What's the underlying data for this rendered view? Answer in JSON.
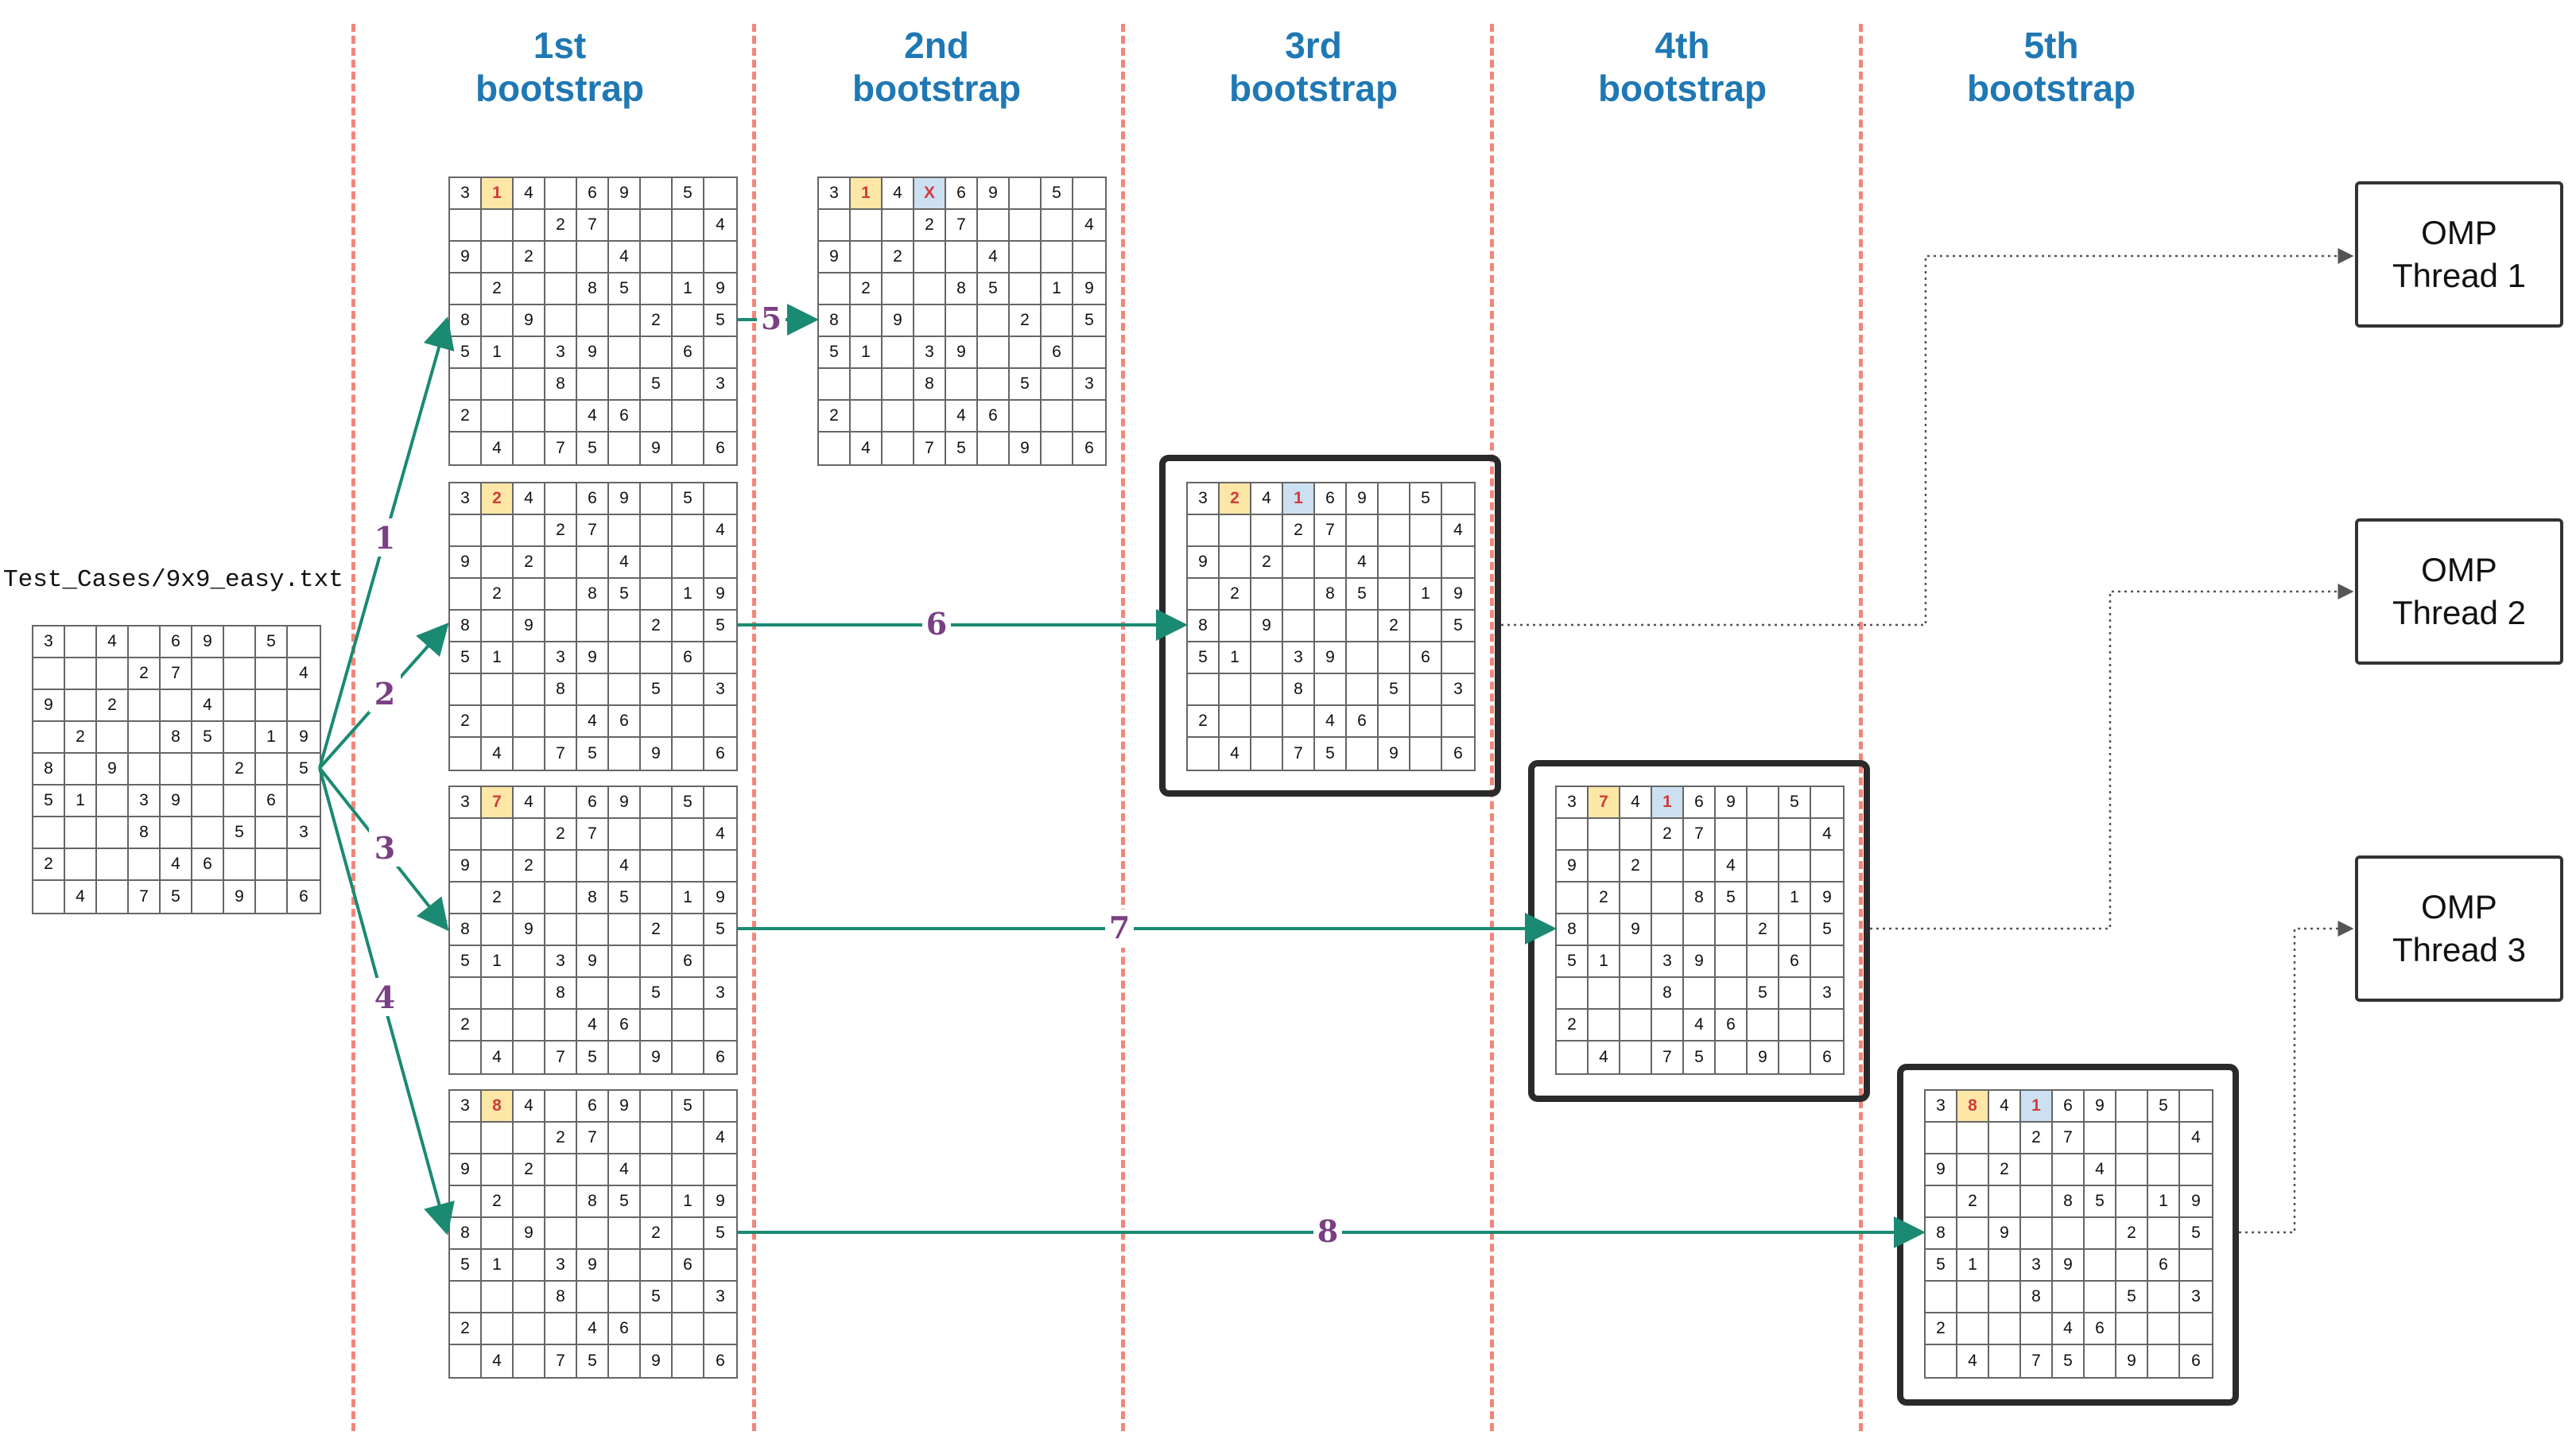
{
  "columns": [
    {
      "label": "1st\nbootstrap"
    },
    {
      "label": "2nd\nbootstrap"
    },
    {
      "label": "3rd\nbootstrap"
    },
    {
      "label": "4th\nbootstrap"
    },
    {
      "label": "5th\nbootstrap"
    }
  ],
  "input_file": "Test_Cases/9x9_easy.txt",
  "threads": [
    {
      "label": "OMP\nThread 1"
    },
    {
      "label": "OMP\nThread 2"
    },
    {
      "label": "OMP\nThread 3"
    }
  ],
  "arrow_labels": [
    "1",
    "2",
    "3",
    "4",
    "5",
    "6",
    "7",
    "8"
  ],
  "base_puzzle": [
    [
      "3",
      "",
      "4",
      "",
      "6",
      "9",
      "",
      "5",
      ""
    ],
    [
      "",
      "",
      "",
      "2",
      "7",
      "",
      "",
      "",
      "4"
    ],
    [
      "9",
      "",
      "2",
      "",
      "",
      "4",
      "",
      "",
      ""
    ],
    [
      "",
      "2",
      "",
      "",
      "8",
      "5",
      "",
      "1",
      "9"
    ],
    [
      "8",
      "",
      "9",
      "",
      "",
      "",
      "2",
      "",
      "5"
    ],
    [
      "5",
      "1",
      "",
      "3",
      "9",
      "",
      "",
      "6",
      ""
    ],
    [
      "",
      "",
      "",
      "8",
      "",
      "",
      "5",
      "",
      "3"
    ],
    [
      "2",
      "",
      "",
      "",
      "4",
      "6",
      "",
      "",
      ""
    ],
    [
      "",
      "4",
      "",
      "7",
      "5",
      "",
      "9",
      "",
      "6"
    ]
  ],
  "grids": [
    {
      "id": "input",
      "edits": []
    },
    {
      "id": "b1-1",
      "edits": [
        {
          "r": 0,
          "c": 1,
          "v": "1",
          "hl": "yellow"
        }
      ]
    },
    {
      "id": "b1-2",
      "edits": [
        {
          "r": 0,
          "c": 1,
          "v": "2",
          "hl": "yellow"
        }
      ]
    },
    {
      "id": "b1-3",
      "edits": [
        {
          "r": 0,
          "c": 1,
          "v": "7",
          "hl": "yellow"
        }
      ]
    },
    {
      "id": "b1-4",
      "edits": [
        {
          "r": 0,
          "c": 1,
          "v": "8",
          "hl": "yellow"
        }
      ]
    },
    {
      "id": "b2-1",
      "edits": [
        {
          "r": 0,
          "c": 1,
          "v": "1",
          "hl": "yellow"
        },
        {
          "r": 0,
          "c": 3,
          "v": "X",
          "hl": "blue"
        }
      ]
    },
    {
      "id": "b3-1",
      "edits": [
        {
          "r": 0,
          "c": 1,
          "v": "2",
          "hl": "yellow"
        },
        {
          "r": 0,
          "c": 3,
          "v": "1",
          "hl": "blue"
        }
      ]
    },
    {
      "id": "b4-1",
      "edits": [
        {
          "r": 0,
          "c": 1,
          "v": "7",
          "hl": "yellow"
        },
        {
          "r": 0,
          "c": 3,
          "v": "1",
          "hl": "blue"
        }
      ]
    },
    {
      "id": "b5-1",
      "edits": [
        {
          "r": 0,
          "c": 1,
          "v": "8",
          "hl": "yellow"
        },
        {
          "r": 0,
          "c": 3,
          "v": "1",
          "hl": "blue"
        }
      ]
    }
  ],
  "colors": {
    "heading": "#1f78b4",
    "arrow": "#1a8a72",
    "arrow_label": "#7a3f84",
    "divider": "#f2867b",
    "highlight_yellow": "#fde7a6",
    "highlight_blue": "#cce0f2",
    "highlight_text": "#d23b3b"
  }
}
